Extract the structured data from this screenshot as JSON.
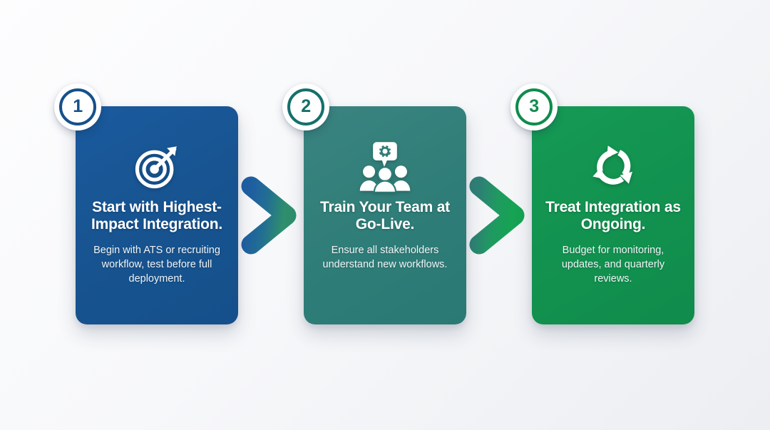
{
  "background": {
    "color_start": "#fdfdfe",
    "color_end": "#eceef2"
  },
  "palette": {
    "step1": "#15508b",
    "step2": "#2f7d78",
    "step3": "#12914f",
    "badge_bg": "#ffffff",
    "title_color": "#ffffff",
    "desc_color": "#f0f4f7"
  },
  "steps": [
    {
      "number": "1",
      "icon": "target-arrow-icon",
      "title": "Start with Highest-Impact Integration.",
      "description": "Begin with ATS or recruiting workflow, test before full deployment.",
      "color": "#15508b"
    },
    {
      "number": "2",
      "icon": "team-gear-speech-bubble-icon",
      "title": "Train Your Team at Go-Live.",
      "description": "Ensure all stakeholders understand new workflows.",
      "color": "#2f7d78"
    },
    {
      "number": "3",
      "icon": "recycle-loop-icon",
      "title": "Treat Integration as Ongoing.",
      "description": "Budget for monitoring, updates, and quarterly reviews.",
      "color": "#12914f"
    }
  ],
  "connectors": [
    {
      "icon": "chevron-right-icon",
      "gradient_start": "#1a5a9e",
      "gradient_end": "#2f8f6d"
    },
    {
      "icon": "chevron-right-icon",
      "gradient_start": "#2f8076",
      "gradient_end": "#16a353"
    }
  ]
}
